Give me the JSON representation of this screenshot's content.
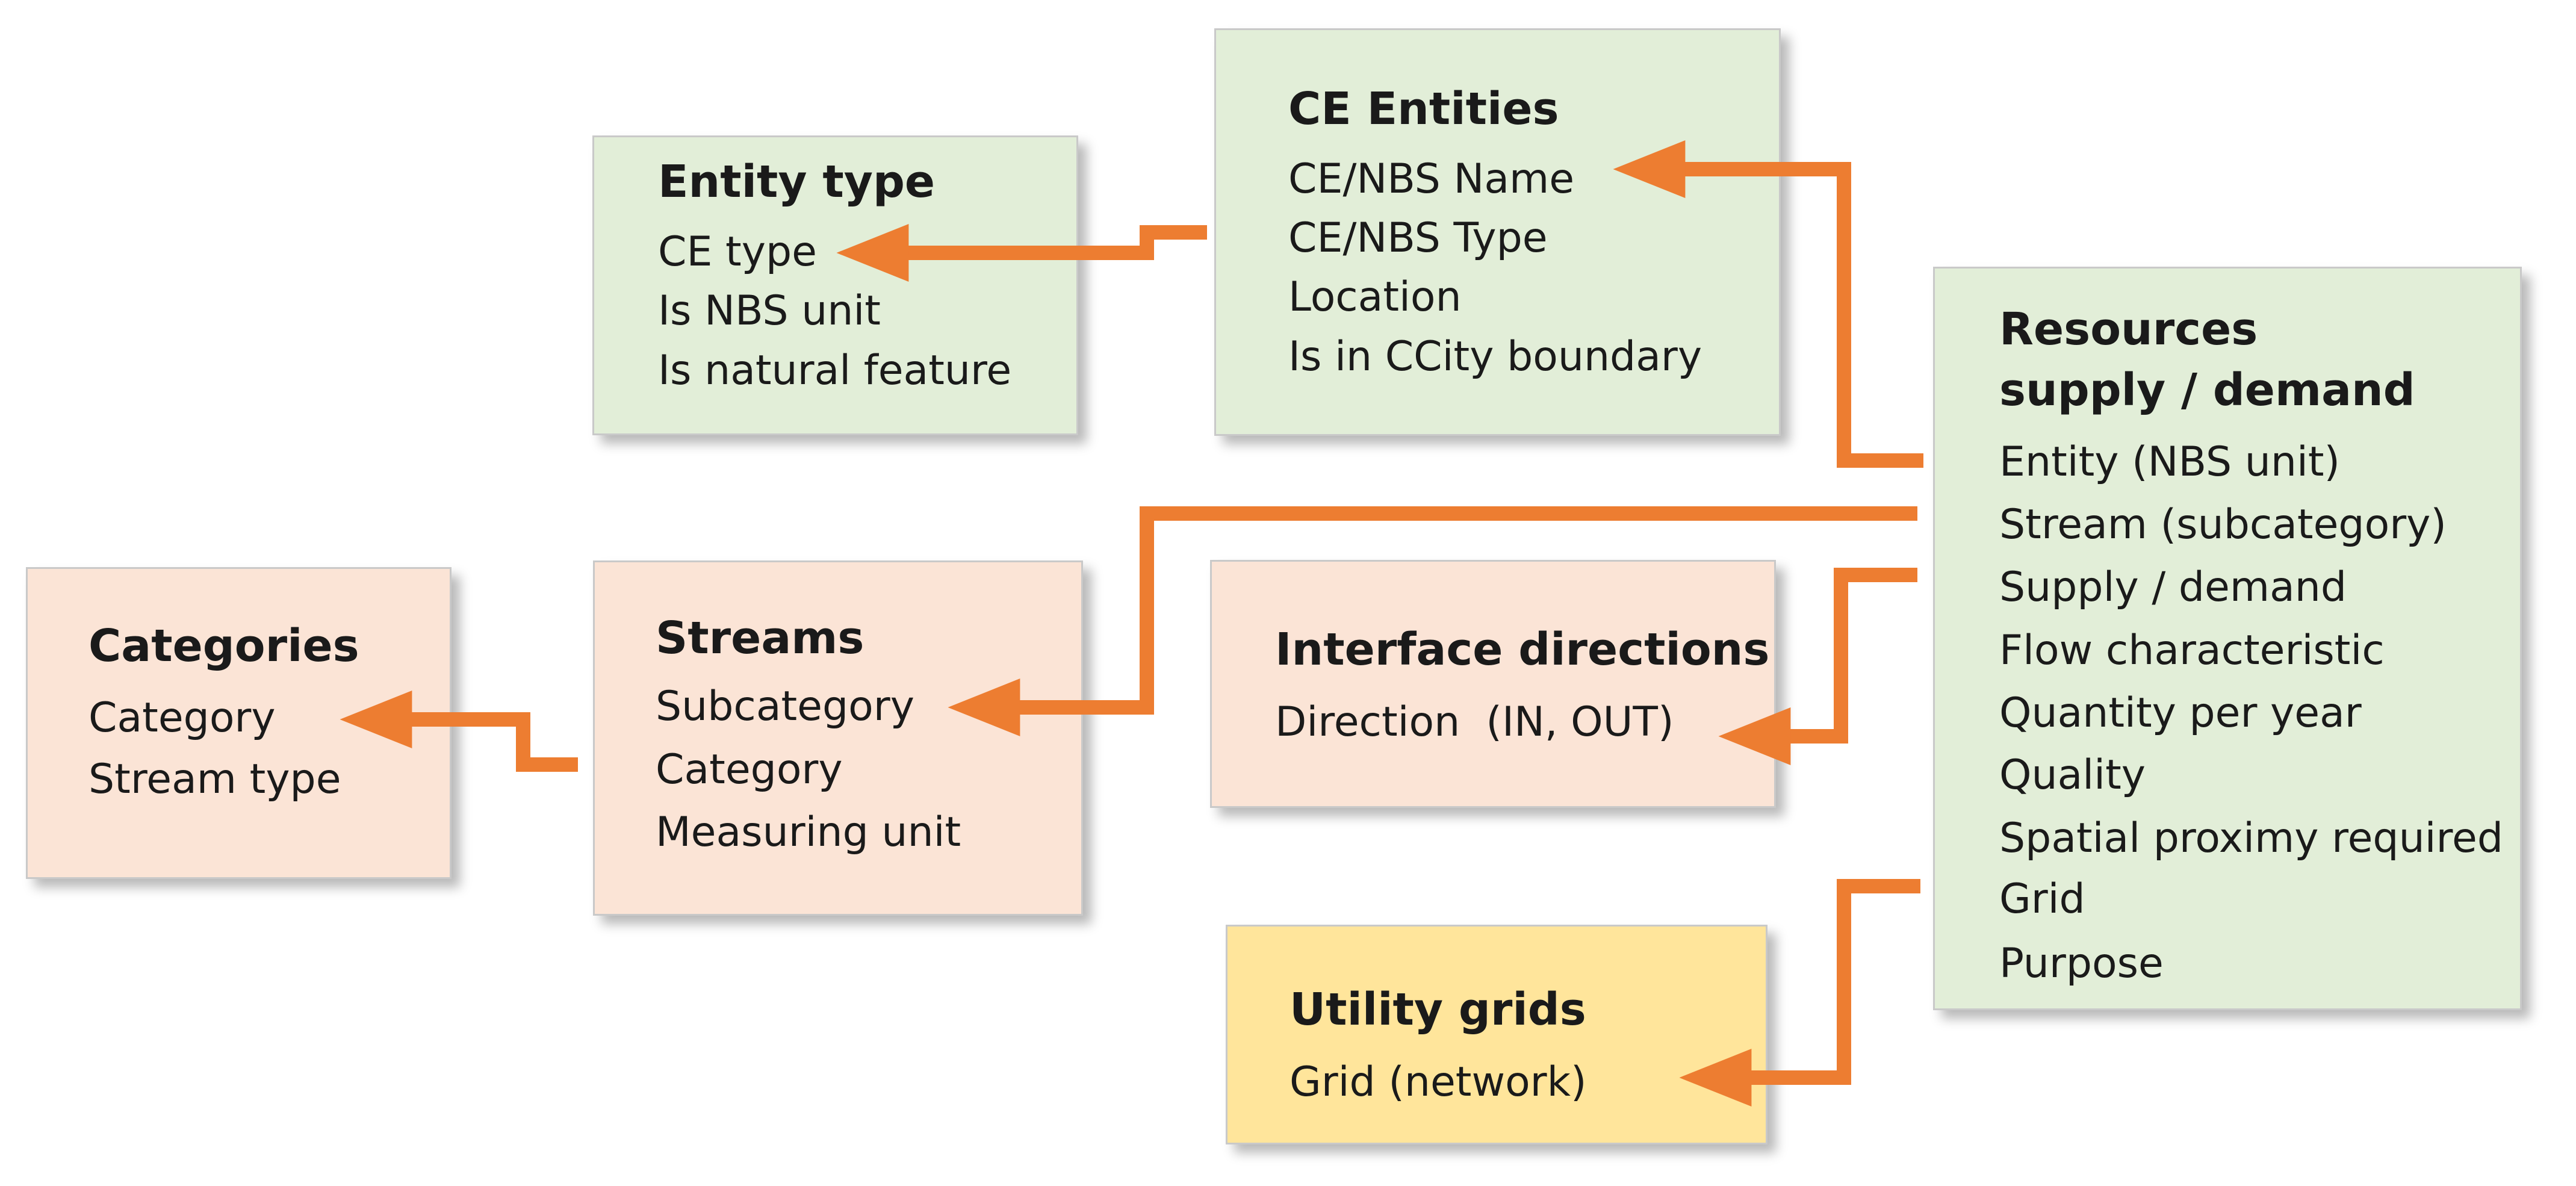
{
  "entities": {
    "entity_type": {
      "title": "Entity type",
      "fields": [
        "CE type",
        "Is NBS unit",
        "Is natural feature"
      ]
    },
    "ce_entities": {
      "title": "CE Entities",
      "fields": [
        "CE/NBS Name",
        "CE/NBS Type",
        "Location",
        "Is in CCity boundary"
      ]
    },
    "resources": {
      "title_line1": "Resources",
      "title_line2": "supply / demand",
      "fields": [
        "Entity (NBS unit)",
        "Stream (subcategory)",
        "Supply / demand",
        "Flow characteristic",
        "Quantity per year",
        "Quality",
        "Spatial proximy required",
        "Grid",
        "Purpose"
      ]
    },
    "categories": {
      "title": "Categories",
      "fields": [
        "Category",
        "Stream type"
      ]
    },
    "streams": {
      "title": "Streams",
      "fields": [
        "Subcategory",
        "Category",
        "Measuring unit"
      ]
    },
    "interface_directions": {
      "title": "Interface directions",
      "fields": [
        "Direction  (IN, OUT)"
      ]
    },
    "utility_grids": {
      "title": "Utility grids",
      "fields": [
        "Grid (network)"
      ]
    }
  },
  "colors": {
    "green_box": "#e2eed8",
    "peach_box": "#fbe4d6",
    "yellow_box": "#ffe59b",
    "connector": "#ed7d31"
  }
}
